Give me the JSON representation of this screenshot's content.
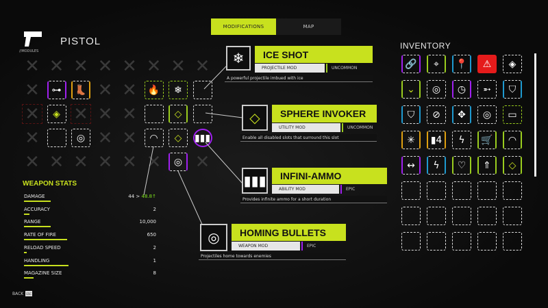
{
  "tabs": [
    {
      "label": "MODIFICATIONS",
      "active": true
    },
    {
      "label": "MAP",
      "active": false
    }
  ],
  "weapon": {
    "name": "PISTOL",
    "subtitle": "//MODULES",
    "icon": "pistol-icon"
  },
  "colors": {
    "accent": "#c8e11e",
    "epic": "#a020f0",
    "uncommon": "#9acd1e",
    "rare": "#1e9ad0",
    "legendary": "#e0a010",
    "alert": "#e51b1b"
  },
  "grid": [
    [
      {
        "t": "x"
      },
      {
        "t": "x"
      },
      {
        "t": "x"
      },
      {
        "t": "x"
      },
      {
        "t": "x"
      },
      {
        "t": "x"
      },
      {
        "t": "x"
      },
      {
        "t": "x"
      }
    ],
    [
      {
        "t": "x"
      },
      {
        "t": "mod",
        "c": "purple",
        "icon": "plug-icon",
        "g": "⊶"
      },
      {
        "t": "mod",
        "c": "orange",
        "icon": "boot-icon",
        "g": "👢"
      },
      {
        "t": "x"
      },
      {
        "t": "x"
      },
      {
        "t": "mod",
        "c": "hex",
        "icon": "fire-icon",
        "g": "🔥"
      },
      {
        "t": "mod",
        "c": "hex",
        "icon": "snowflake-icon",
        "g": "❄"
      },
      {
        "t": "empty"
      }
    ],
    [
      {
        "t": "x",
        "red": true
      },
      {
        "t": "mod",
        "c": "",
        "icon": "diamond-module-icon",
        "g": "◈"
      },
      {
        "t": "x",
        "red": true
      },
      {
        "t": "x"
      },
      {
        "t": "x"
      },
      {
        "t": "empty"
      },
      {
        "t": "mod",
        "c": "green",
        "icon": "sphere-invoker-icon",
        "g": "◇"
      },
      {
        "t": "empty"
      }
    ],
    [
      {
        "t": "x"
      },
      {
        "t": "empty"
      },
      {
        "t": "mod",
        "c": "",
        "icon": "target-icon",
        "g": "◎"
      },
      {
        "t": "x"
      },
      {
        "t": "x"
      },
      {
        "t": "mod",
        "c": "",
        "icon": "gauge-icon",
        "g": "◠"
      },
      {
        "t": "mod",
        "c": "",
        "icon": "diamond-module-icon",
        "g": "◇"
      },
      {
        "t": "mod",
        "c": "circ",
        "icon": "ammo-icon",
        "g": "▮▮▮"
      }
    ],
    [
      {
        "t": "x"
      },
      {
        "t": "x"
      },
      {
        "t": "x"
      },
      {
        "t": "x"
      },
      {
        "t": "x"
      },
      {
        "t": "x"
      },
      {
        "t": "mod",
        "c": "purple",
        "icon": "target-icon",
        "g": "◎"
      },
      {
        "t": "x"
      }
    ]
  ],
  "stats": {
    "heading": "WEAPON STATS",
    "items": [
      {
        "label": "DAMAGE",
        "value": "44 >",
        "new_value": "48.8",
        "arrow": "↑",
        "level": 0.55
      },
      {
        "label": "ACCURACY",
        "value": "2",
        "level": 0.12
      },
      {
        "label": "RANGE",
        "value": "10,000",
        "level": 0.55
      },
      {
        "label": "RATE OF FIRE",
        "value": "650",
        "level": 0.9
      },
      {
        "label": "RELOAD SPEED",
        "value": "2",
        "level": 0.06
      },
      {
        "label": "HANDLING",
        "value": "1",
        "level": 0.93
      },
      {
        "label": "MAGAZINE SIZE",
        "value": "8",
        "level": 0.2
      }
    ]
  },
  "tooltips": [
    {
      "name": "ICE SHOT",
      "type": "PROJECTILE MOD",
      "rarity": "UNCOMMON",
      "desc": "A powerful projectile imbued with ice",
      "icon": "snowflake-icon",
      "g": "❄"
    },
    {
      "name": "SPHERE INVOKER",
      "type": "UTILITY MOD",
      "rarity": "UNCOMMON",
      "desc": "Enable all disabled slots that surround this slot",
      "icon": "sphere-invoker-icon",
      "g": "◇"
    },
    {
      "name": "INFINI-AMMO",
      "type": "ABILITY MOD",
      "rarity": "EPIC",
      "desc": "Provides infinite ammo for a short duration",
      "icon": "ammo-icon",
      "g": "▮▮▮"
    },
    {
      "name": "HOMING BULLETS",
      "type": "WEAPON MOD",
      "rarity": "EPIC",
      "desc": "Projectiles home towards enemies",
      "icon": "target-icon",
      "g": "◎"
    }
  ],
  "inventory": {
    "heading": "INVENTORY",
    "items": [
      {
        "c": "purple",
        "icon": "link-icon",
        "g": "🔗"
      },
      {
        "c": "green",
        "icon": "crosshair-icon",
        "g": "⌖"
      },
      {
        "c": "blue",
        "icon": "map-pin-icon",
        "g": "📍"
      },
      {
        "c": "redfill",
        "icon": "alert-key-icon",
        "g": "⚠"
      },
      {
        "c": "",
        "icon": "diamond-module-icon",
        "g": "◈"
      },
      {
        "c": "green",
        "icon": "chevron-module-icon",
        "g": "⌄"
      },
      {
        "c": "",
        "icon": "target-icon",
        "g": "◎"
      },
      {
        "c": "purple",
        "icon": "timer-lock-icon",
        "g": "◷"
      },
      {
        "c": "",
        "icon": "dash-icon",
        "g": "➵"
      },
      {
        "c": "blue",
        "icon": "shield-bolt-icon",
        "g": "⛉"
      },
      {
        "c": "blue",
        "icon": "shield-bolt-icon",
        "g": "⛉"
      },
      {
        "c": "",
        "icon": "sphere-slash-icon",
        "g": "⊘"
      },
      {
        "c": "blue",
        "icon": "dpad-icon",
        "g": "✥"
      },
      {
        "c": "",
        "icon": "target-icon",
        "g": "◎"
      },
      {
        "c": "hex",
        "icon": "folder-icon",
        "g": "▭"
      },
      {
        "c": "orange",
        "icon": "burst-icon",
        "g": "✳"
      },
      {
        "c": "orange",
        "icon": "ammo-count-icon",
        "g": "▮4"
      },
      {
        "c": "",
        "icon": "lightning-icon",
        "g": "ϟ"
      },
      {
        "c": "green",
        "icon": "cart-icon",
        "g": "🛒"
      },
      {
        "c": "green",
        "icon": "gauge-icon",
        "g": "◠"
      },
      {
        "c": "purple",
        "icon": "range-icon",
        "g": "↔"
      },
      {
        "c": "blue",
        "icon": "bullet-bolt-icon",
        "g": "ϟ"
      },
      {
        "c": "green",
        "icon": "heart-rate-icon",
        "g": "♡"
      },
      {
        "c": "green",
        "icon": "upgrade-icon",
        "g": "⇑"
      },
      {
        "c": "green",
        "icon": "sphere-invoker-icon",
        "g": "◇"
      }
    ],
    "empty_rows": 3
  },
  "footer": {
    "back_label": "BACK",
    "back_key": "ESC"
  }
}
